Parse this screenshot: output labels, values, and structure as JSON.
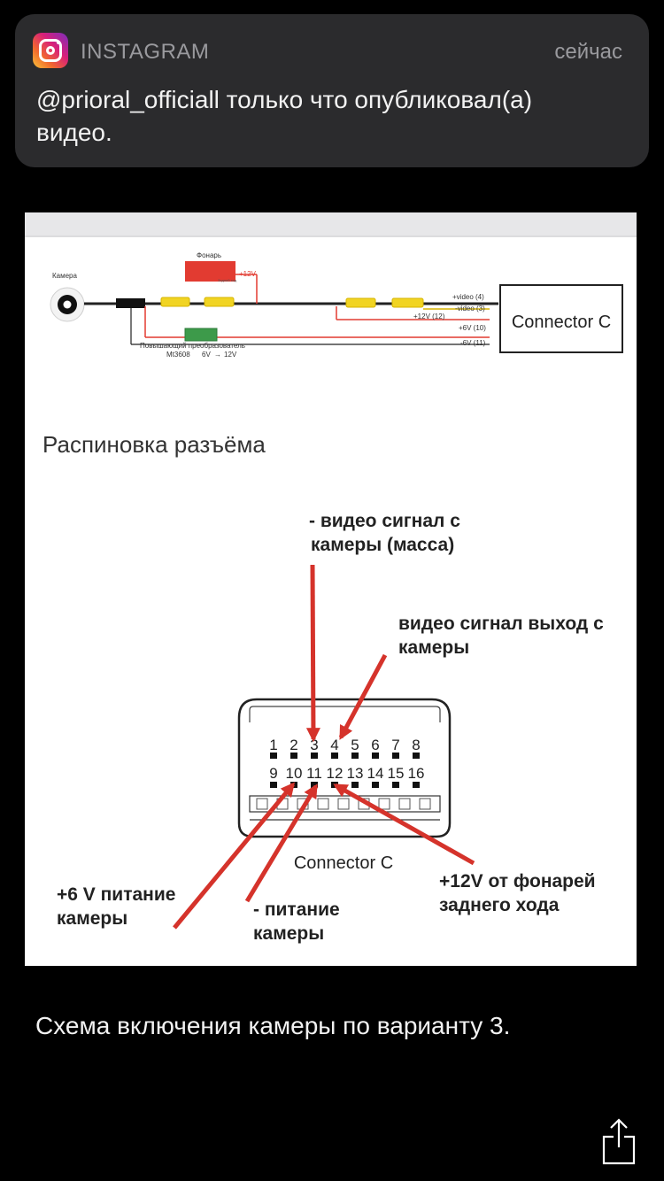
{
  "notification": {
    "app_name": "INSTAGRAM",
    "time": "сейчас",
    "message": "@prioral_officiall только что опубликовал(а) видео."
  },
  "diagram": {
    "camera_label": "Камера",
    "lamp_label": "Фонарь",
    "lamp_note": "Задний ход",
    "plus12_label": "+12V",
    "converter_label": "Повышающий преобразователь",
    "converter_model": "Mt3608",
    "converter_range": "6V",
    "converter_out": "12V",
    "wire_labels": [
      "+video (4)",
      "-video (3)",
      "+12V (12)",
      "+6V (10)",
      "-6V (11)"
    ],
    "connector_box_label": "Connector C",
    "section_title": "Распиновка разъёма",
    "annotations": {
      "video_ground": [
        "- видео сигнал с",
        "камеры (масса)"
      ],
      "video_out": [
        "видео сигнал выход с",
        "камеры"
      ],
      "plus6v": [
        "+6 V питание",
        "камеры"
      ],
      "minus_power": [
        "- питание",
        "камеры"
      ],
      "plus12v": [
        "+12V от фонарей",
        "заднего хода"
      ]
    },
    "pins_top": [
      "1",
      "2",
      "3",
      "4",
      "5",
      "6",
      "7",
      "8"
    ],
    "pins_bottom": [
      "9",
      "10",
      "11",
      "12",
      "13",
      "14",
      "15",
      "16"
    ],
    "connector_label": "Connector C"
  },
  "caption": "Схема включения камеры по варианту 3.",
  "colors": {
    "arrow": "#d5332b",
    "wire_red": "#e23b31",
    "fuse_yellow": "#f1d423",
    "converter_green": "#3d9a4a"
  }
}
